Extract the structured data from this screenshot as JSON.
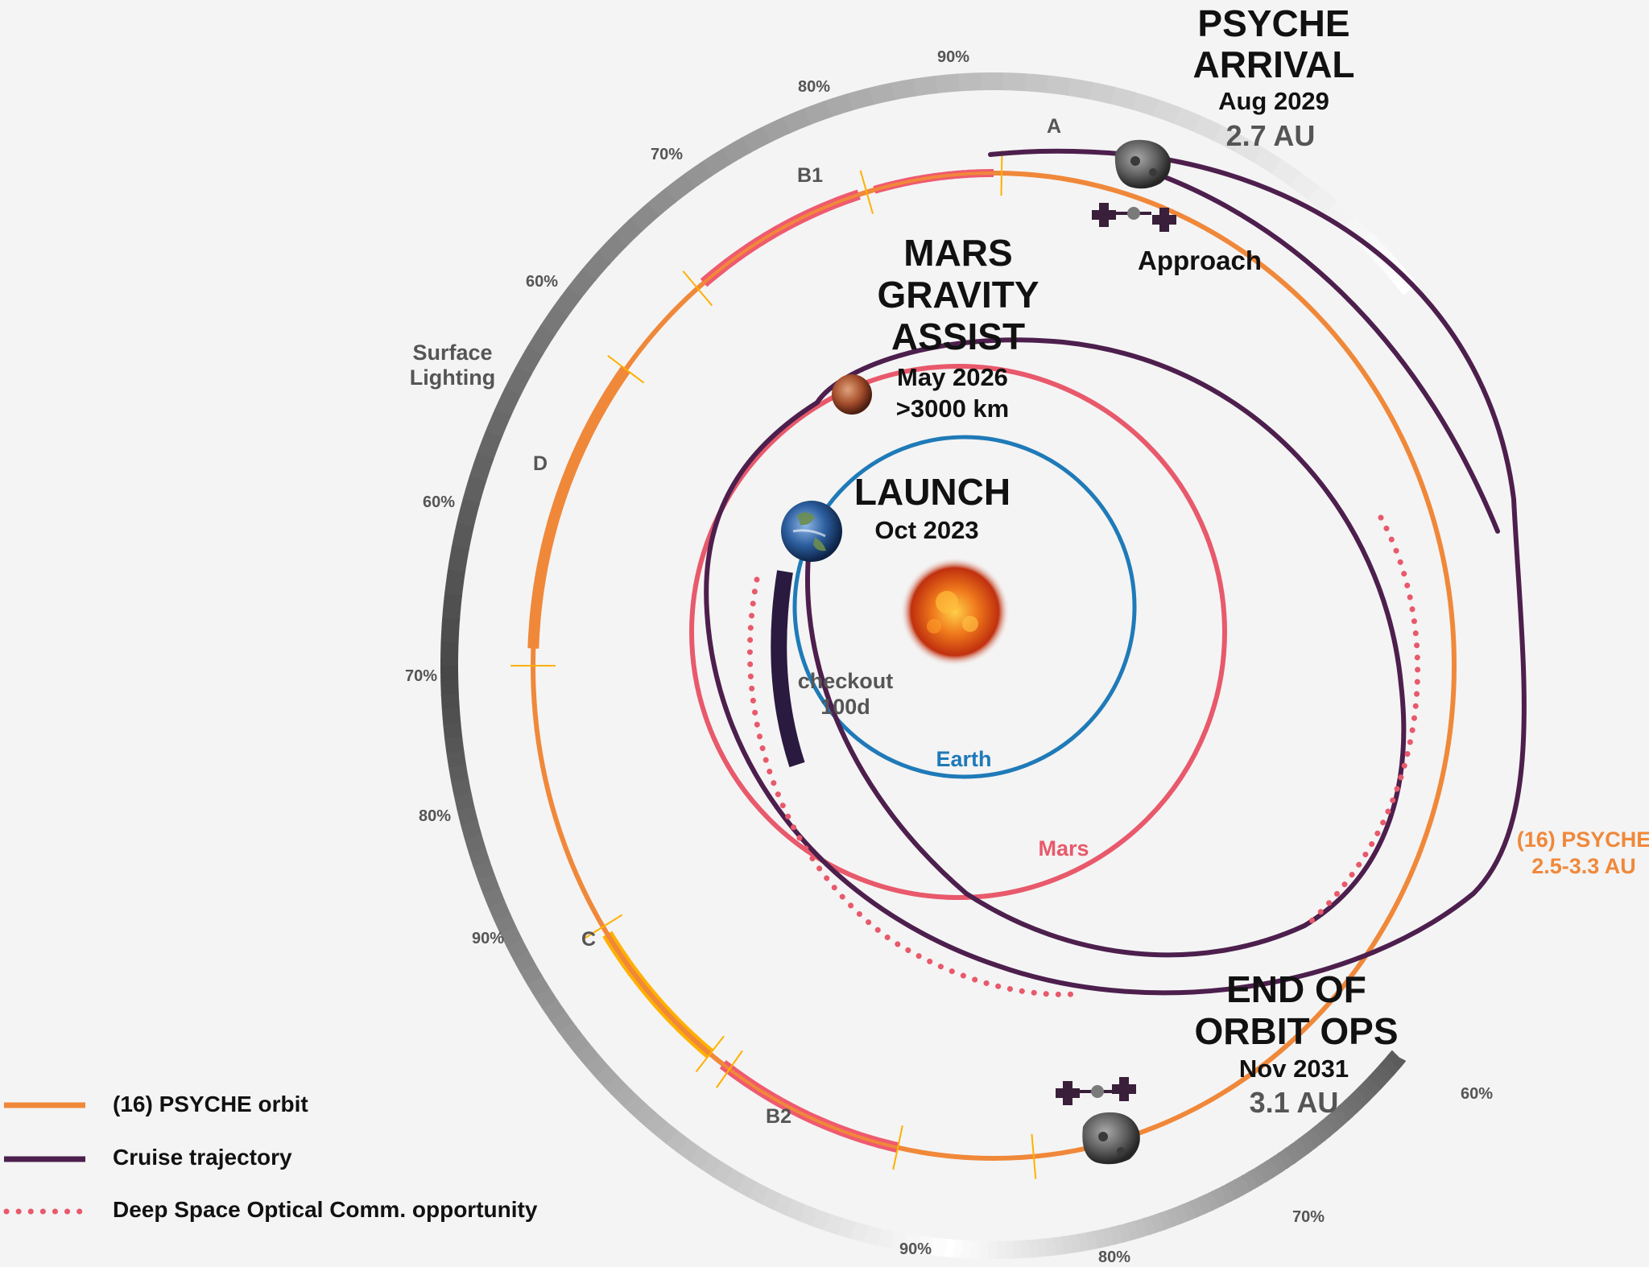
{
  "colors": {
    "background": "#f4f4f4",
    "psyche_orbit": "#f0883a",
    "cruise_trajectory": "#4d1f4d",
    "mars_orbit": "#e8596b",
    "earth_orbit": "#1f7ab8",
    "optical_comm": "#e8596b",
    "lighting_dark": "#474747",
    "lighting_light": "#ffffff",
    "phase_highlight": "#ef5a6f",
    "yellow_band": "#ffb000"
  },
  "events": {
    "arrival": {
      "title_line1": "PSYCHE",
      "title_line2": "ARRIVAL",
      "date": "Aug 2029",
      "distance": "2.7 AU"
    },
    "approach": {
      "label": "Approach"
    },
    "mars_gravity_assist": {
      "title_line1": "MARS",
      "title_line2": "GRAVITY",
      "title_line3": "ASSIST",
      "date": "May 2026",
      "distance": ">3000 km"
    },
    "launch": {
      "title": "LAUNCH",
      "date": "Oct 2023"
    },
    "checkout": {
      "line1": "checkout",
      "line2": "100d"
    },
    "end_of_ops": {
      "title_line1": "END OF",
      "title_line2": "ORBIT OPS",
      "date": "Nov 2031",
      "distance": "3.1 AU"
    }
  },
  "orbit_labels": {
    "earth": "Earth",
    "mars": "Mars",
    "psyche_line1": "(16) PSYCHE",
    "psyche_line2": "2.5-3.3 AU"
  },
  "surface_lighting": {
    "label_line1": "Surface",
    "label_line2": "Lighting",
    "percent_labels": [
      "90%",
      "80%",
      "70%",
      "60%",
      "60%",
      "70%",
      "80%",
      "90%",
      "60%",
      "70%",
      "80%",
      "90%"
    ]
  },
  "phases": [
    "A",
    "B1",
    "D",
    "C",
    "B2"
  ],
  "legend": [
    {
      "label": "(16) PSYCHE orbit",
      "style": "solid",
      "color": "#f0883a"
    },
    {
      "label": "Cruise trajectory",
      "style": "solid",
      "color": "#4d1f4d"
    },
    {
      "label": "Deep Space Optical Comm. opportunity",
      "style": "dotted",
      "color": "#e8596b"
    }
  ]
}
